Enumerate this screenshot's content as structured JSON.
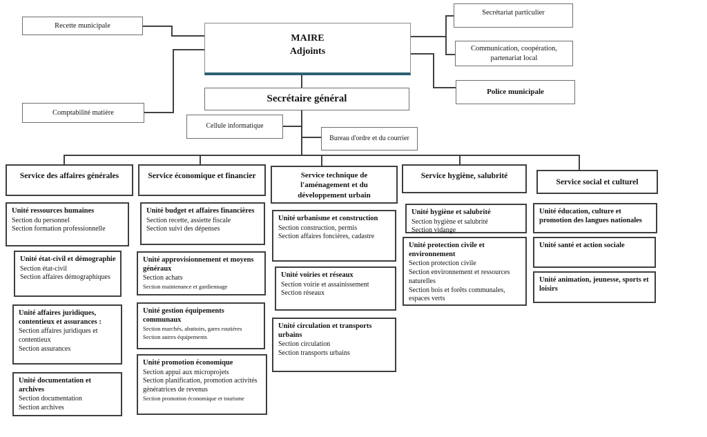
{
  "palette": {
    "background": "#ffffff",
    "line_color": "#404040",
    "box_border": "#3e3e3e",
    "maire_accent": "#2e6070",
    "text": "#131313"
  },
  "top": {
    "recette": "Recette municipale",
    "comptabilite": "Comptabilité matière",
    "maire": {
      "line1": "MAIRE",
      "line2": "Adjoints"
    },
    "secretariat_particulier": "Secrétariat particulier",
    "communication": "Communication, coopération, partenariat local",
    "police": "Police municipale",
    "secretaire_general": "Secrétaire général",
    "cellule_informatique": "Cellule informatique",
    "bureau_ordre": "Bureau d'ordre et du courrier"
  },
  "services": [
    {
      "label": "Service des affaires générales",
      "units": [
        {
          "title": "Unité ressources humaines",
          "sections": [
            {
              "text": "Section du personnel",
              "small": false
            },
            {
              "text": "Section formation professionnelle",
              "small": false
            }
          ]
        },
        {
          "title": "Unité état-civil et démographie",
          "sections": [
            {
              "text": "Section état-civil",
              "small": false
            },
            {
              "text": "Section affaires démographiques",
              "small": false
            }
          ]
        },
        {
          "title": "Unité affaires juridiques, contentieux et assurances :",
          "sections": [
            {
              "text": "Section affaires juridiques et contentieux",
              "small": false
            },
            {
              "text": "Section assurances",
              "small": false
            }
          ]
        },
        {
          "title": "Unité documentation et archives",
          "sections": [
            {
              "text": "Section documentation",
              "small": false
            },
            {
              "text": "Section archives",
              "small": false
            }
          ]
        }
      ]
    },
    {
      "label": "Service économique et financier",
      "units": [
        {
          "title": "Unité budget et affaires financières",
          "sections": [
            {
              "text": "Section recette, assiette fiscale",
              "small": false
            },
            {
              "text": "Section suivi des dépenses",
              "small": false
            }
          ]
        },
        {
          "title": "Unité approvisionnement et moyens généraux",
          "sections": [
            {
              "text": "Section achats",
              "small": false
            },
            {
              "text": "Section maintenance et gardiennage",
              "small": true
            }
          ]
        },
        {
          "title": "Unité gestion équipements communaux",
          "sections": [
            {
              "text": "Section marchés, abattoirs, gares routières",
              "small": true
            },
            {
              "text": "Section autres équipements",
              "small": true
            }
          ]
        },
        {
          "title": "Unité promotion économique",
          "sections": [
            {
              "text": "Section appui aux microprojets",
              "small": false
            },
            {
              "text": "Section planification, promotion activités génératrices de revenus",
              "small": false
            },
            {
              "text": "Section promotion économique et tourisme",
              "small": true
            }
          ]
        }
      ]
    },
    {
      "label": "Service technique de l'aménagement et du développement urbain",
      "units": [
        {
          "title": "Unité urbanisme et construction",
          "sections": [
            {
              "text": "Section construction, permis",
              "small": false
            },
            {
              "text": "Section affaires foncières, cadastre",
              "small": false
            }
          ]
        },
        {
          "title": "Unité voiries et réseaux",
          "sections": [
            {
              "text": "Section voirie et assainissement",
              "small": false
            },
            {
              "text": "Section réseaux",
              "small": false
            }
          ]
        },
        {
          "title": "Unité circulation et transports urbains",
          "sections": [
            {
              "text": "Section circulation",
              "small": false
            },
            {
              "text": "Section transports urbains",
              "small": false
            }
          ]
        }
      ]
    },
    {
      "label": "Service hygiène, salubrité",
      "units": [
        {
          "title": "Unité hygiène et salubrité",
          "sections": [
            {
              "text": "Section hygiène et salubrité",
              "small": false
            },
            {
              "text": "Section vidange",
              "small": false
            }
          ]
        },
        {
          "title": "Unité protection civile et environnement",
          "sections": [
            {
              "text": "Section protection civile",
              "small": false
            },
            {
              "text": "Section environnement et ressources naturelles",
              "small": false
            },
            {
              "text": "Section bois et forêts communales, espaces verts",
              "small": false
            }
          ]
        }
      ]
    },
    {
      "label": "Service social et culturel",
      "units": [
        {
          "title": "Unité éducation, culture et promotion des langues nationales",
          "sections": []
        },
        {
          "title": "Unité santé et action sociale",
          "sections": []
        },
        {
          "title": "Unité animation, jeunesse, sports et loisirs",
          "sections": []
        }
      ]
    }
  ]
}
